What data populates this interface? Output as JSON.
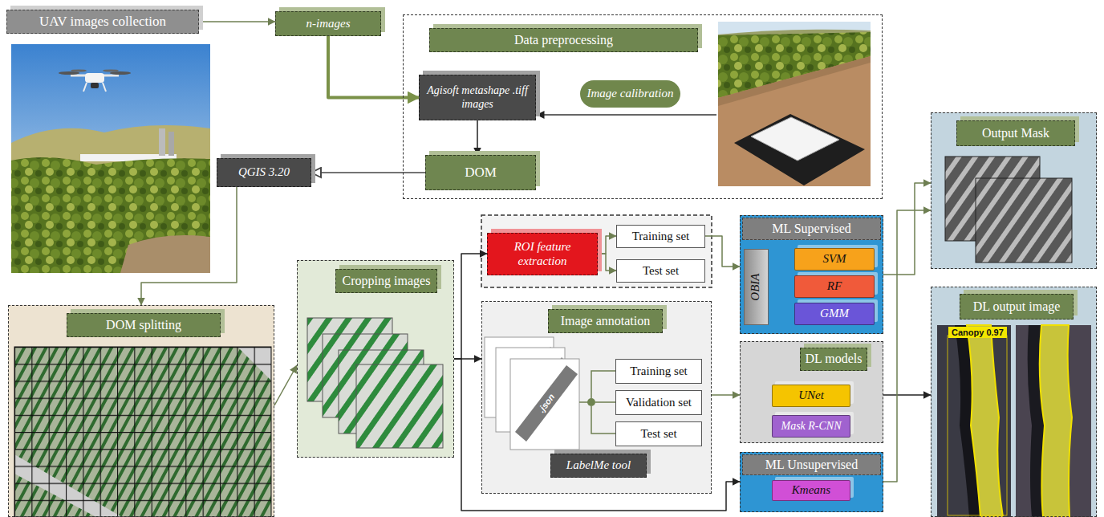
{
  "diagram": {
    "nodes": [
      {
        "text": [
          "UAV images collection"
        ]
      },
      {
        "text": [
          "n-images"
        ]
      },
      {
        "text": [
          "Data preprocessing"
        ]
      },
      {
        "text": [
          "Agisoft metashape .tiff images"
        ],
        "in": 2
      },
      {
        "text": [
          "Image calibration"
        ],
        "in": 2
      },
      {
        "text": [
          "DOM"
        ],
        "in": 2
      },
      {
        "text": [
          "QGIS 3.20"
        ]
      },
      {
        "text": [
          "DOM splitting"
        ]
      },
      {
        "text": [
          "Cropping images"
        ]
      },
      {
        "text": [
          "ROI feature extraction"
        ]
      },
      {
        "text": [
          "Training set"
        ]
      },
      {
        "text": [
          "Test set"
        ]
      },
      {
        "text": [
          "Image annotation"
        ]
      },
      {
        "text": [
          "Training set"
        ],
        "in": 12
      },
      {
        "text": [
          "Validation set"
        ],
        "in": 12
      },
      {
        "text": [
          "Test set"
        ],
        "in": 12
      },
      {
        "text": [
          "LabelMe tool"
        ],
        "in": 12
      },
      {
        "text": [
          "ML Supervised"
        ]
      },
      {
        "text": [
          "OBIA"
        ],
        "in": 17
      },
      {
        "text": [
          "SVM"
        ],
        "in": 17
      },
      {
        "text": [
          "RF"
        ],
        "in": 17
      },
      {
        "text": [
          "GMM"
        ],
        "in": 17
      },
      {
        "text": [
          "DL models"
        ]
      },
      {
        "text": [
          "UNet"
        ],
        "in": 22
      },
      {
        "text": [
          "Mask R-CNN"
        ],
        "in": 22
      },
      {
        "text": [
          "ML Unsupervised"
        ]
      },
      {
        "text": [
          "Kmeans"
        ],
        "in": 25
      },
      {
        "text": [
          "Output Mask"
        ]
      },
      {
        "text": [
          "DL output image"
        ]
      }
    ],
    "edges": [
      {
        "from": 0,
        "to": 1,
        "arrow": "to"
      },
      {
        "from": 1,
        "to": 3,
        "arrow": "to"
      },
      {
        "from": 3,
        "to": 5,
        "arrow": "to"
      },
      {
        "from": 5,
        "to": 6,
        "arrow": "to"
      },
      {
        "from": 6,
        "to": 7,
        "arrow": "to"
      },
      {
        "from": 7,
        "to": 8,
        "arrow": "to"
      },
      {
        "from": 8,
        "to": 9,
        "arrow": "to"
      },
      {
        "from": 8,
        "to": 12,
        "arrow": "to"
      },
      {
        "from": 8,
        "to": 25,
        "arrow": "to"
      },
      {
        "from": 9,
        "to": 10,
        "arrow": "to"
      },
      {
        "from": 9,
        "to": 11,
        "arrow": "to"
      },
      {
        "from": 10,
        "to": 17,
        "arrow": "to"
      },
      {
        "from": 12,
        "to": 22,
        "arrow": "to"
      },
      {
        "from": 17,
        "to": 27,
        "arrow": "to"
      },
      {
        "from": 22,
        "to": 28,
        "arrow": "to"
      },
      {
        "from": 25,
        "to": 27,
        "arrow": "to"
      }
    ],
    "labels": [
      ".json",
      "Canopy 0.97"
    ]
  }
}
